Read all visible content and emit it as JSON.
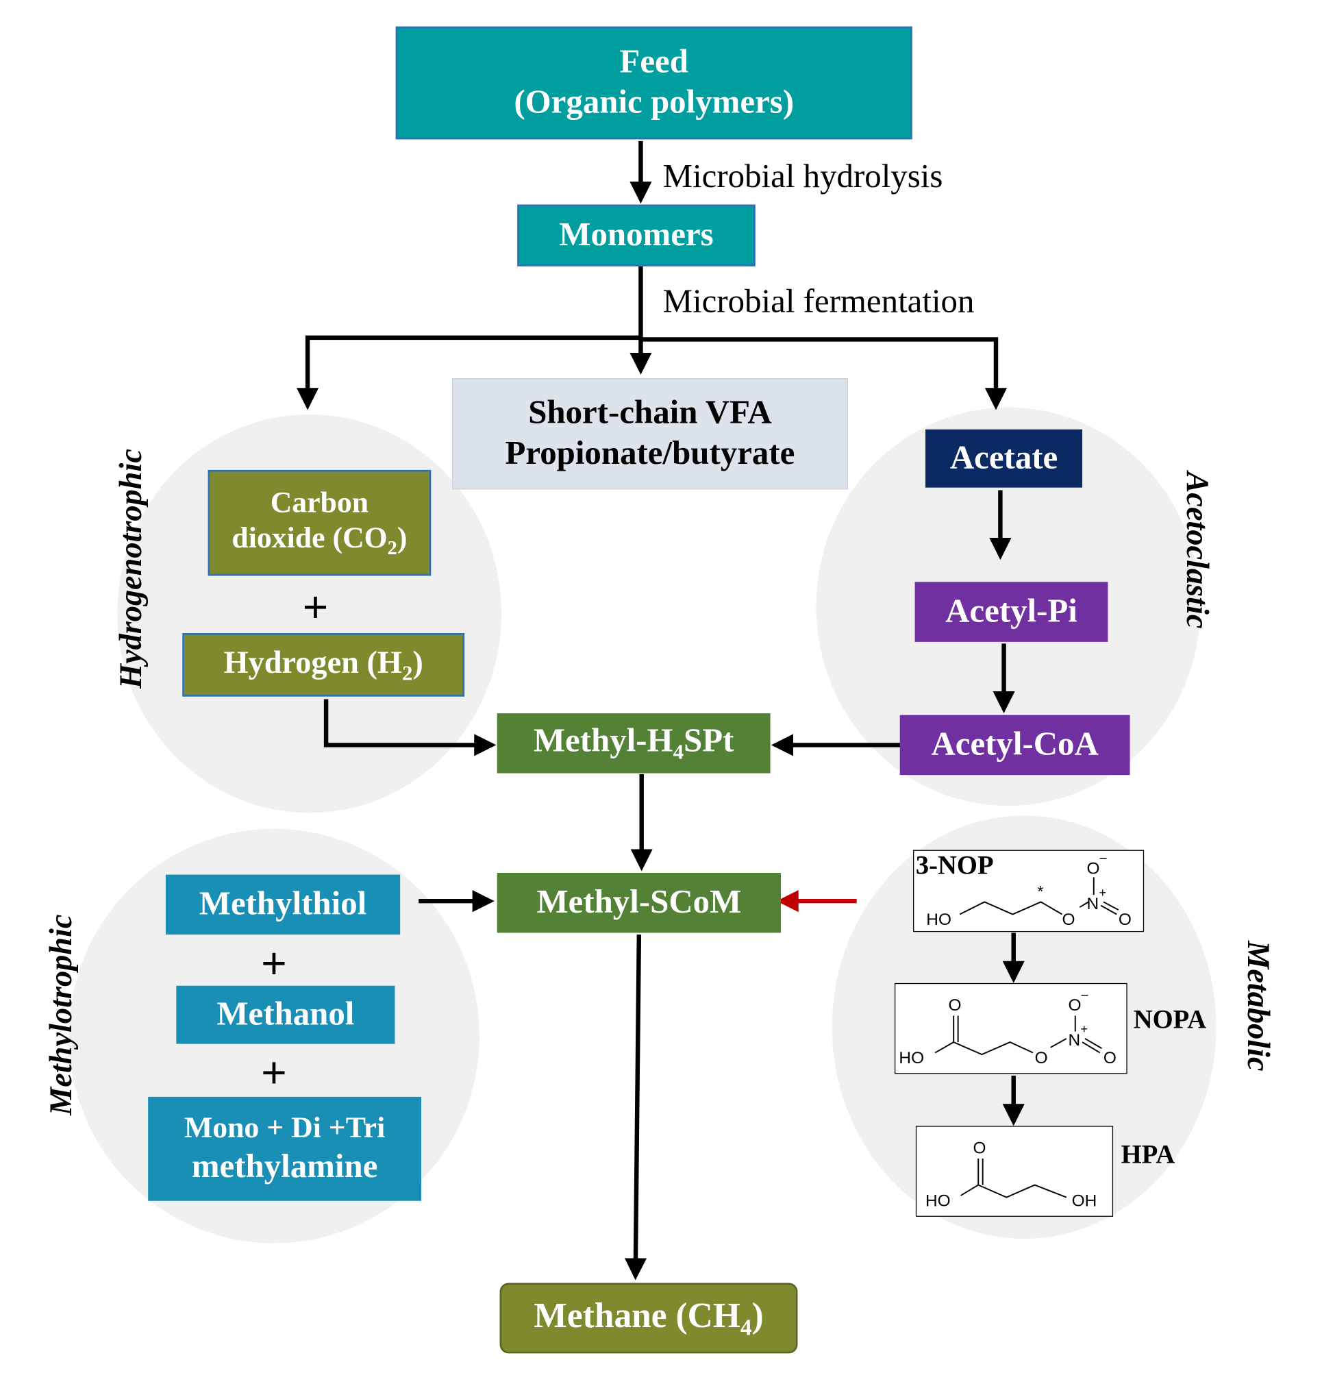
{
  "feed": {
    "line1": "Feed",
    "line2": "(Organic polymers)"
  },
  "step_hydrolysis": "Microbial hydrolysis",
  "monomers": "Monomers",
  "step_fermentation": "Microbial fermentation",
  "vfa": {
    "line1": "Short-chain VFA",
    "line2": "Propionate/butyrate"
  },
  "hydrogenotrophic": {
    "label": "Hydrogenotrophic",
    "co2_line1": "Carbon",
    "co2_line2": "dioxide (CO",
    "co2_sub": "2",
    "co2_close": ")",
    "plus": "+",
    "h2": "Hydrogen (H",
    "h2_sub": "2",
    "h2_close": ")"
  },
  "acetoclastic": {
    "label": "Acetoclastic",
    "acetate": "Acetate",
    "acetyl_pi": "Acetyl-Pi",
    "acetyl_coa": "Acetyl-CoA"
  },
  "methyl_h4spt": {
    "pre": "Methyl-H",
    "sub": "4",
    "post": "SPt"
  },
  "methyl_scom": "Methyl-SCoM",
  "methylotrophic": {
    "label": "Methylotrophic",
    "methylthiol": "Methylthiol",
    "plus": "+",
    "methanol": "Methanol",
    "methylamine_line1": "Mono + Di +Tri",
    "methylamine_line2": "methylamine"
  },
  "metabolic": {
    "label": "Metabolic",
    "nop": "3-NOP",
    "nopa": "NOPA",
    "hpa": "HPA",
    "atoms": {
      "ho": "HO",
      "oh": "OH",
      "o": "O",
      "n": "N",
      "minus": "−",
      "plus": "+",
      "star": "*"
    }
  },
  "methane": {
    "pre": "Methane (CH",
    "sub": "4",
    "post": ")"
  },
  "colors": {
    "teal": "#009e9e",
    "olive": "#7f8a2e",
    "dark_green": "#538135",
    "navy": "#0b2a63",
    "purple": "#7030a0",
    "blue": "#1a8fb5",
    "red_arrow": "#c00000",
    "circle_gray": "#f0f0f0"
  }
}
